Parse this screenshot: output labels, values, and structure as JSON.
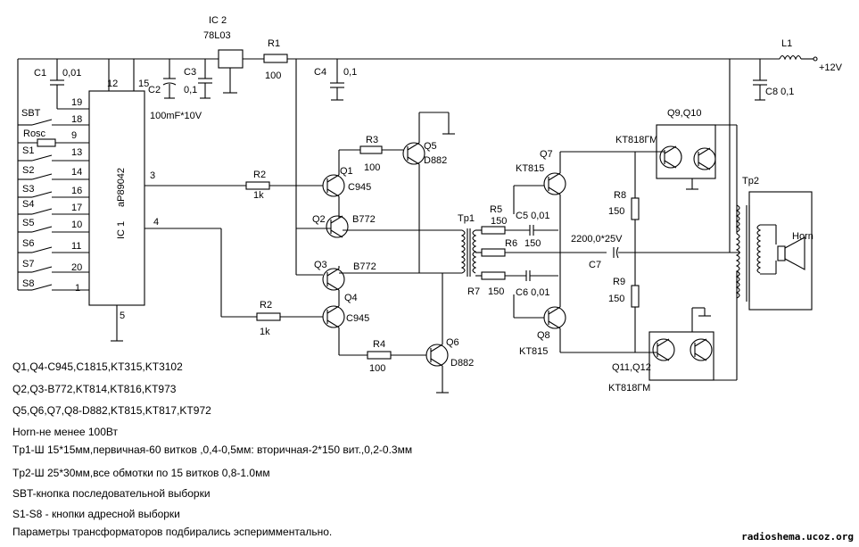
{
  "labels": {
    "ic2_name": "IC 2",
    "ic2_part": "78L03",
    "r1_name": "R1",
    "r1_val": "100",
    "l1": "L1",
    "supply": "+12V",
    "c1": "C1",
    "c1_val": "0,01",
    "c2": "C2",
    "c2_val": "100mF*10V",
    "c3": "C3",
    "c3_val": "0,1",
    "c4": "C4",
    "c4_val": "0,1",
    "c8": "C8 0,1",
    "ic1_pin_19": "19",
    "ic1_pin_12": "12",
    "ic1_pin_15": "15",
    "ic1_pin_18": "18",
    "ic1_pin_9": "9",
    "ic1_pin_13": "13",
    "ic1_pin_14": "14",
    "ic1_pin_16": "16",
    "ic1_pin_17": "17",
    "ic1_pin_10": "10",
    "ic1_pin_11": "11",
    "ic1_pin_20": "20",
    "ic1_pin_1": "1",
    "ic1_pin_3": "3",
    "ic1_pin_4": "4",
    "ic1_pin_5": "5",
    "ic1_name": "IC 1",
    "ic1_part": "aP89042",
    "sbt": "SBT",
    "rosc": "Rosc",
    "s1": "S1",
    "s2": "S2",
    "s3": "S3",
    "s4": "S4",
    "s5": "S5",
    "s6": "S6",
    "s7": "S7",
    "s8": "S8",
    "r2a": "R2",
    "r2a_val": "1k",
    "r2b": "R2",
    "r2b_val": "1k",
    "r3": "R3",
    "r3_val": "100",
    "r4": "R4",
    "r4_val": "100",
    "q1": "Q1",
    "q1_part": "C945",
    "q2": "Q2",
    "q2_part": "B772",
    "q3": "Q3",
    "q3_part": "B772",
    "q4": "Q4",
    "q4_part": "C945",
    "q5": "Q5",
    "q5_part": "D882",
    "q6": "Q6",
    "q6_part": "D882",
    "tp1": "Tp1",
    "r5": "R5",
    "r5_val": "150",
    "r6": "R6",
    "r6_val": "150",
    "r7": "R7",
    "r7_val": "150",
    "c5": "C5 0,01",
    "c6": "C6 0,01",
    "c7": "C7",
    "c7_val": "2200,0*25V",
    "q7": "Q7",
    "q7_part": "KT815",
    "q8": "Q8",
    "q8_part": "KT815",
    "r8": "R8",
    "r8_val": "150",
    "r9": "R9",
    "r9_val": "150",
    "q9q10": "Q9,Q10",
    "q9q10_part": "KT818ГМ",
    "q11q12": "Q11,Q12",
    "q11q12_part": "KT818ГМ",
    "tp2": "Tp2",
    "horn": "Horn"
  },
  "notes": [
    "Q1,Q4-C945,C1815,KT315,KT3102",
    "Q2,Q3-B772,KT814,KT816,KT973",
    "Q5,Q6,Q7,Q8-D882,KT815,KT817,KT972",
    "Horn-не менее 100Вт",
    "Tp1-Ш 15*15мм,первичная-60 витков ,0,4-0,5мм: вторичная-2*150 вит.,0,2-0.3мм",
    "Tp2-Ш 25*30мм,все обмотки по 15 витков 0,8-1.0мм",
    "SBT-кнопка последовательной выборки",
    "S1-S8 - кнопки адресной выборки",
    "Параметры трансформаторов подбирались эсперимментально."
  ],
  "watermark": "radioshema.ucoz.org"
}
